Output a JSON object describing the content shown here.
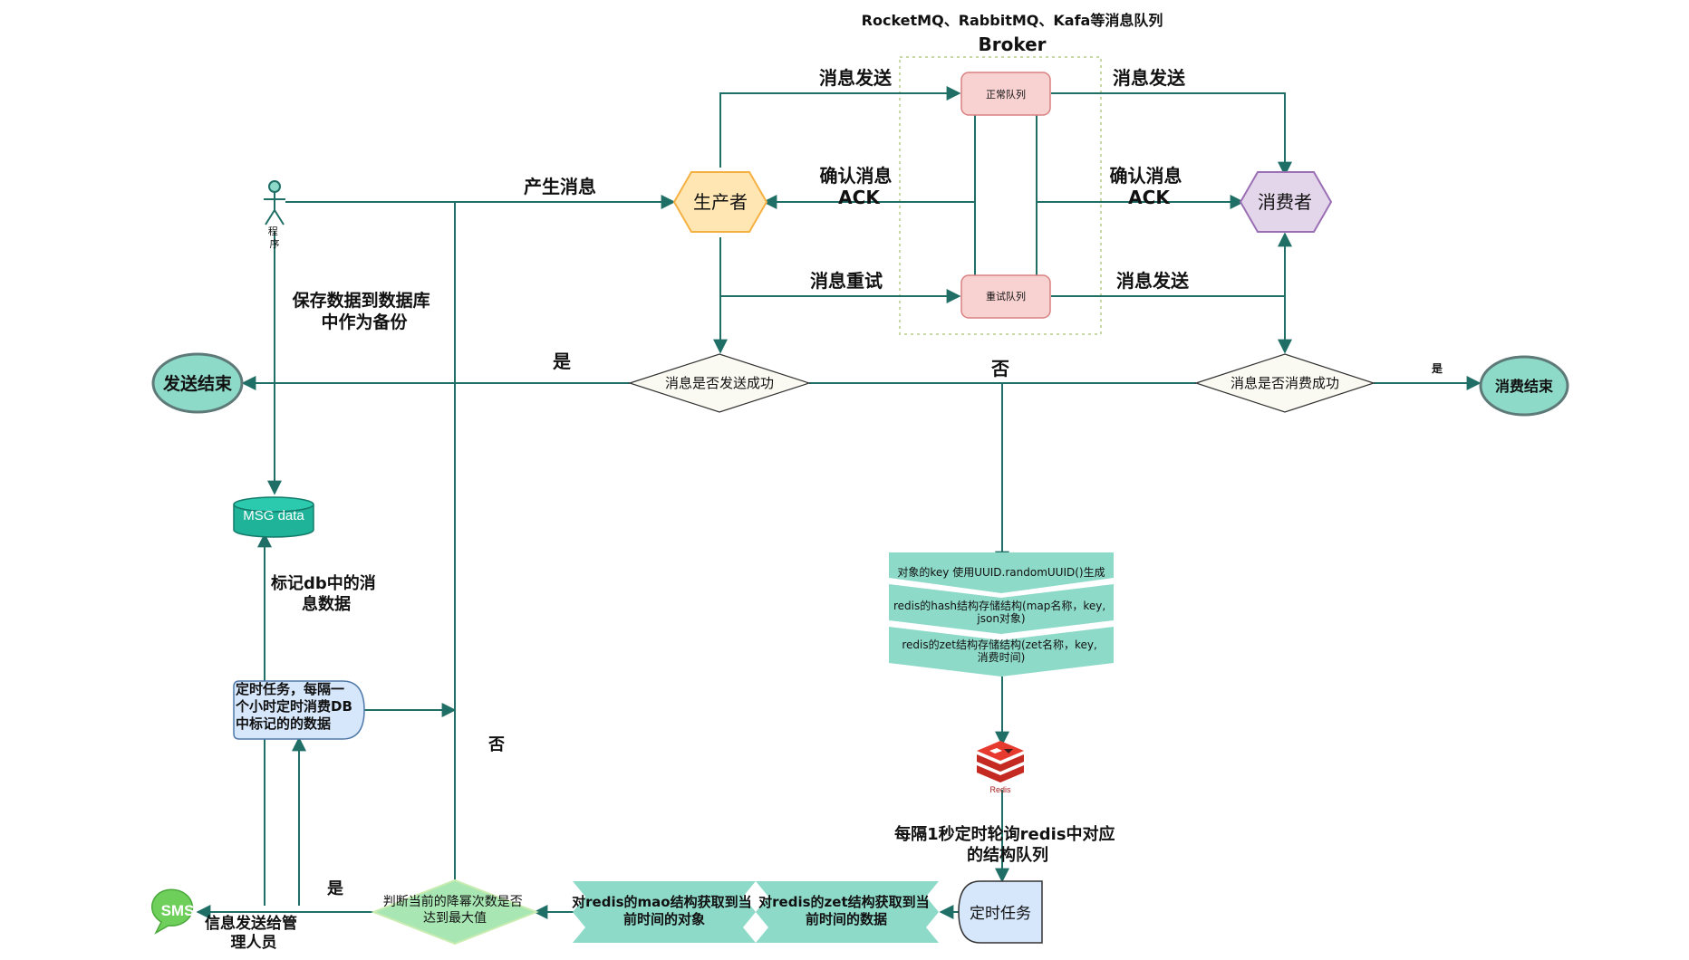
{
  "header": {
    "queue_products": "RocketMQ、RabbitMQ、Kafa等消息队列",
    "broker": "Broker"
  },
  "nodes": {
    "program": "程序",
    "producer": "生产者",
    "consumer": "消费者",
    "normal_queue": "正常队列",
    "retry_queue": "重试队列",
    "send_check": "消息是否发送成功",
    "consume_check": "消息是否消费成功",
    "send_end": "发送结束",
    "consume_end": "消费结束",
    "msg_db": "MSG data",
    "cron_db": [
      "定时任务，每隔一",
      "个小时定时消费DB",
      "中标记的的数据"
    ],
    "redis_label": "Redis",
    "timer_task": "定时任务",
    "sms": "SMS",
    "max_check": [
      "判断当前的降幂次数是否",
      "达到最大值"
    ]
  },
  "edge_labels": {
    "produce_msg": "产生消息",
    "send_to_queue": "消息发送",
    "queue_to_consumer": "消息发送",
    "ack_left": [
      "确认消息",
      "ACK"
    ],
    "ack_right": [
      "确认消息",
      "ACK"
    ],
    "retry_msg": "消息重试",
    "retry_send": "消息发送",
    "backup_db": [
      "保存数据到数据库",
      "中作为备份"
    ],
    "yes_send": "是",
    "no_send": "否",
    "yes_consume": "是",
    "mark_db": [
      "标记db中的消",
      "息数据"
    ],
    "no_max": "否",
    "yes_max": "是",
    "notify_admin": [
      "信息发送给管",
      "理人员"
    ],
    "poll_redis": [
      "每隔1秒定时轮询redis中对应",
      "的结构队列"
    ]
  },
  "redis_panel": {
    "rows": [
      [
        "对象的key 使用UUID.randomUUID()生成"
      ],
      [
        "redis的hash结构存储结构(map名称，key,",
        "json对象)"
      ],
      [
        "redis的zet结构存储结构(zet名称，key,",
        "消费时间)"
      ]
    ]
  },
  "steps": {
    "zet_fetch": [
      "对redis的zet结构获取到当",
      "前时间的数据"
    ],
    "map_fetch": [
      "对redis的mao结构获取到当",
      "前时间的对象"
    ]
  },
  "colors": {
    "line": "#1f6f66",
    "producer_fill": "#ffe6b3",
    "consumer_fill": "#e3d5ea",
    "queue_fill": "#f8d1d1",
    "teal_fill": "#8edac9",
    "blue_fill": "#d6e6fb"
  }
}
